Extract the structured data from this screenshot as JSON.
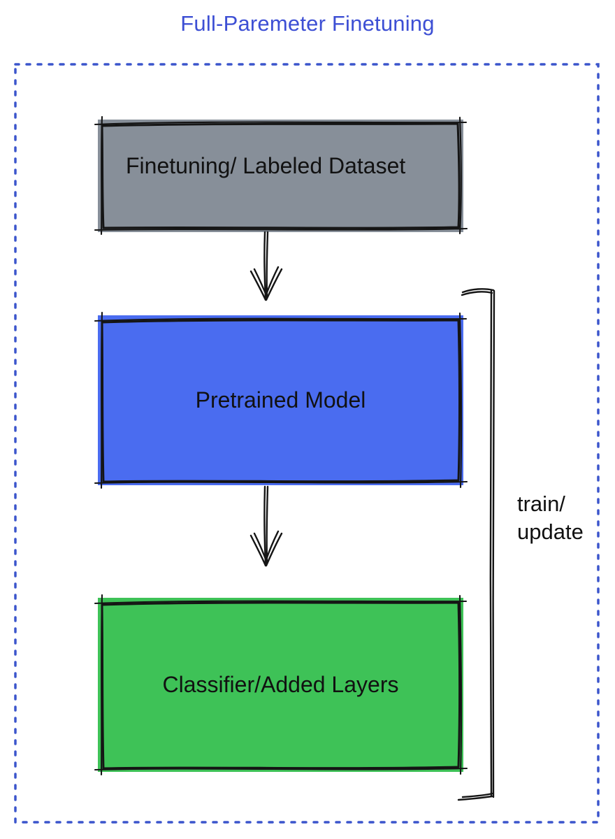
{
  "diagram": {
    "title": "Full-Paremeter Finetuning",
    "boxes": [
      {
        "name": "finetuning-dataset",
        "label": "Finetuning/ Labeled Dataset"
      },
      {
        "name": "pretrained-model",
        "label": "Pretrained Model"
      },
      {
        "name": "classifier-added-layers",
        "label": "Classifier/Added Layers"
      }
    ],
    "connectors": [
      {
        "name": "arrow-dataset-to-pretrained",
        "type": "arrow-down"
      },
      {
        "name": "arrow-pretrained-to-classifier",
        "type": "arrow-down"
      },
      {
        "name": "train-update-bracket",
        "type": "bracket-right",
        "label": "train/\nupdate"
      }
    ],
    "colors": {
      "title_text": "#3D4FD4",
      "boundary_dash": "#3B55CC",
      "box_dataset_fill": "#878F99",
      "box_pretrained_fill": "#4A6CF0",
      "box_classifier_fill": "#3EC257",
      "sketch_stroke": "#151515",
      "label_text": "#111111"
    }
  }
}
